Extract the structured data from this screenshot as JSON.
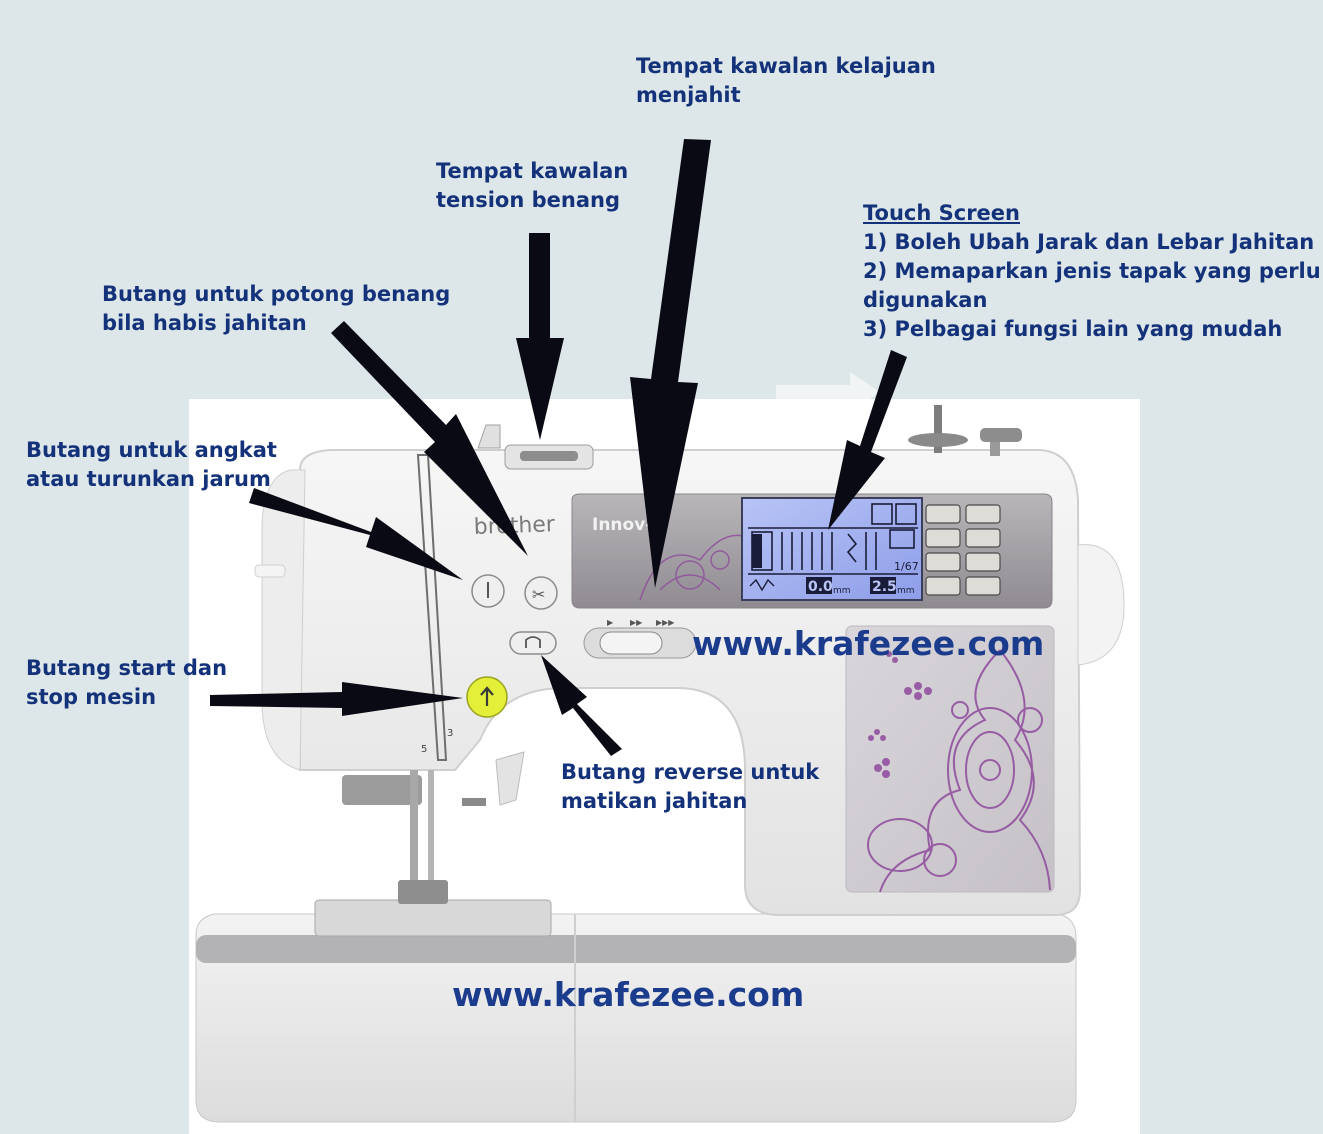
{
  "colors": {
    "background": "#dde6e8",
    "label_text": "#14327a",
    "watermark_text": "#1b3b8c",
    "arrow": "#0a0a14",
    "lcd": "#a9b8f2",
    "embroidery": "#8e4a9c"
  },
  "labels": {
    "speed": [
      "Tempat kawalan kelajuan",
      "menjahit"
    ],
    "tension": [
      "Tempat kawalan",
      "tension benang"
    ],
    "cutter": [
      "Butang untuk potong benang",
      "bila habis jahitan"
    ],
    "needle": [
      "Butang untuk angkat",
      "atau turunkan jarum"
    ],
    "startstop": [
      "Butang start dan",
      "stop mesin"
    ],
    "reverse": [
      "Butang reverse untuk",
      "matikan jahitan"
    ],
    "touchscreen": {
      "title": "Touch Screen",
      "lines": [
        "1) Boleh Ubah Jarak dan Lebar Jahitan",
        "2) Memaparkan jenis tapak yang perlu",
        "digunakan",
        "3) Pelbagai fungsi lain yang mudah"
      ]
    }
  },
  "watermarks": [
    "www.krafezee.com",
    "www.krafezee.com"
  ],
  "machine": {
    "brand": "brother",
    "model": "Innov-is",
    "speed_marks": [
      "▶",
      "▶▶",
      "▶▶▶"
    ],
    "lcd": {
      "page": "1/67",
      "length": "0.0",
      "width": "2.5",
      "unit": "mm"
    },
    "thread_guide_numbers": [
      "5",
      "3"
    ]
  }
}
